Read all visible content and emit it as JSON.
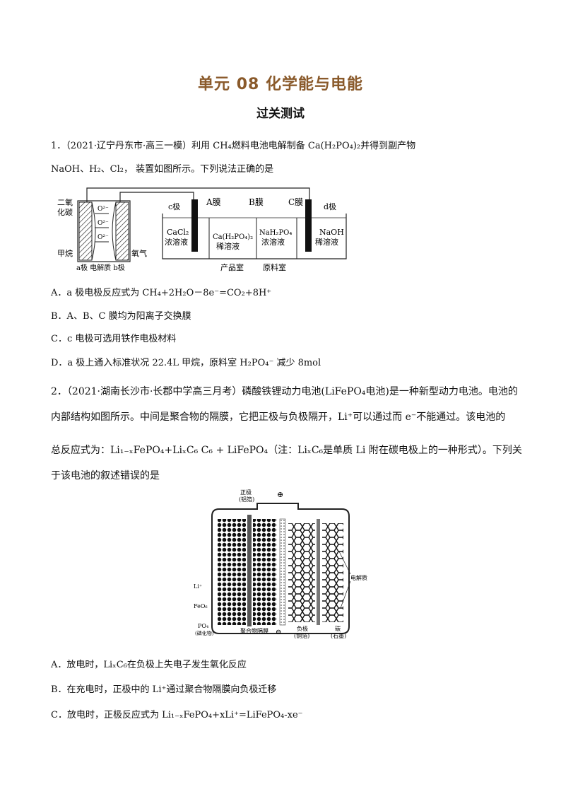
{
  "header": {
    "title": "单元 08   化学能与电能",
    "subtitle": "过关测试"
  },
  "q1": {
    "stem_line1": "1．（2021·辽宁丹东市·高三一模）利用 CH₄燃料电池电解制备 Ca(H₂PO₄)₂并得到副产物",
    "stem_line2": "NaOH、H₂、Cl₂， 装置如图所示。下列说法正确的是",
    "figure": {
      "label_co2": [
        "二氧",
        "化碳"
      ],
      "label_o2_list": [
        "O²⁻",
        "O²⁻",
        "O²⁻"
      ],
      "label_methane": "甲烷",
      "label_oxygen": "氧气",
      "label_a_electrolyte_b": "a极 电解质 b极",
      "label_c": "c极",
      "label_d": "d极",
      "label_A": "A膜",
      "label_B": "B膜",
      "label_C": "C膜",
      "sol1": [
        "CaCl₂",
        "浓溶液"
      ],
      "sol2": [
        "Ca(H₂PO₄)₂",
        "稀溶液"
      ],
      "sol3": [
        "NaH₂PO₄",
        "浓溶液"
      ],
      "sol4": [
        "NaOH",
        "稀溶液"
      ],
      "room1": "产品室",
      "room2": "原料室"
    },
    "options": [
      "A．a 极电极反应式为 CH₄+2H₂O－8e⁻=CO₂+8H⁺",
      "B．A、B、C 膜均为阳离子交换膜",
      "C．c 电极可选用铁作电极材料",
      "D．a 极上通入标准状况 22.4L 甲烷，原料室 H₂PO₄⁻ 减少 8mol"
    ]
  },
  "q2": {
    "stem_line1": "2．（2021·湖南长沙市·长郡中学高三月考）磷酸铁锂动力电池(LiFePO₄电池)是一种新型动力电池。电池的",
    "stem_line2": "内部结构如图所示。中间是聚合物的隔膜，它把正极与负极隔开，Li⁺可以通过而 e⁻不能通过。该电池的",
    "stem_line3": "总反应式为：Li₁₋ₓFePO₄+LiₓC₆ C₆ + LiFePO₄（注：LiₓC₆是单质 Li 附在碳电极上的一种形式）。下列关",
    "stem_line4": "于该电池的叙述错误的是",
    "figure": {
      "label_pos": [
        "正极",
        "(铝箔)"
      ],
      "label_plus": "⊕",
      "label_minus": "⊖",
      "label_li": "Li⁺",
      "label_feo6": "FeO₆",
      "label_po4": [
        "PO₄",
        "(磷化物)"
      ],
      "label_sep": "聚合物隔膜",
      "label_neg": [
        "负极",
        "(铜箔)"
      ],
      "label_c": [
        "碳",
        "(石墨)"
      ],
      "label_elec": "电解质"
    },
    "options": [
      "A．放电时，LiₓC₆在负极上失电子发生氧化反应",
      "B．在充电时，正极中的 Li⁺通过聚合物隔膜向负极迁移",
      "C．放电时，正极反应式为 Li₁₋ₓFePO₄+xLi⁺=LiFePO₄-xe⁻"
    ]
  }
}
